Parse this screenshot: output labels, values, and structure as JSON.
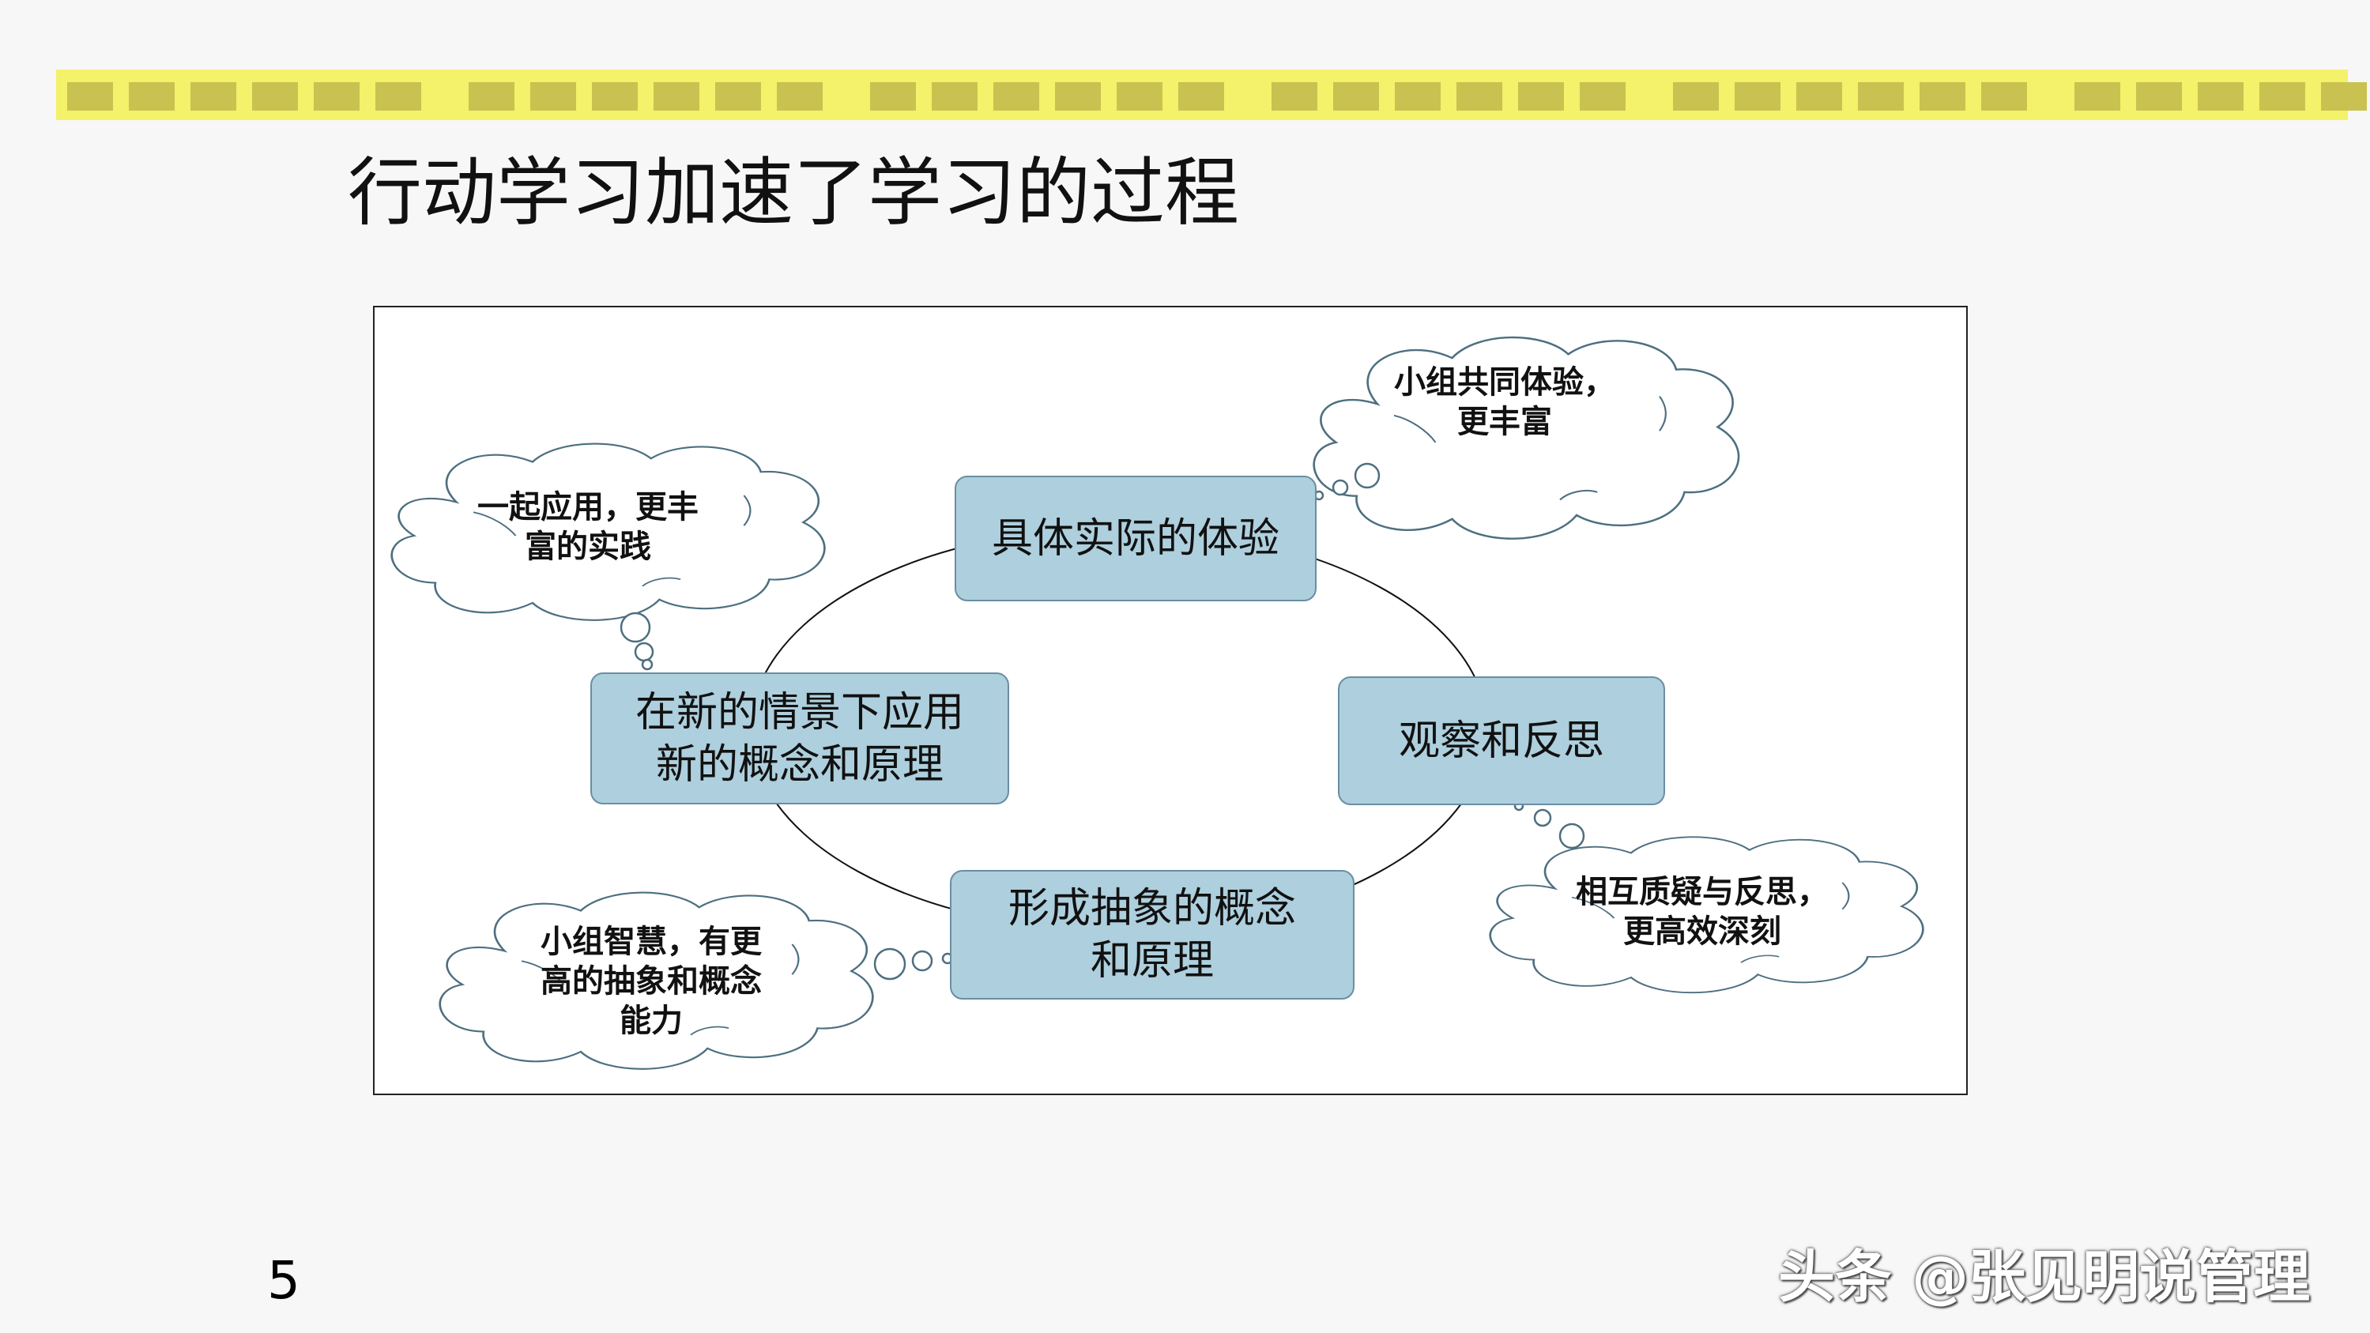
{
  "slide": {
    "title": "行动学习加速了学习的过程",
    "page_number": "5",
    "watermark": "头条 @张见明说管理",
    "band_color": "#f4f16a",
    "band_square_color": "#c9c250"
  },
  "cycle": {
    "nodes": {
      "top": "具体实际的体验",
      "right": "观察和反思",
      "bottom": "形成抽象的概念和原理",
      "left": "在新的情景下应用新的概念和原理"
    },
    "node_fill": "#aecfdd",
    "node_border": "#6a8ea2"
  },
  "clouds": {
    "top_right": "小组共同体验，\n更丰富",
    "left": "一起应用，更丰\n富的实践",
    "bottom_right": "相互质疑与反思，\n更高效深刻",
    "bottom_left": "小组智慧，有更\n高的抽象和概念\n能力"
  }
}
